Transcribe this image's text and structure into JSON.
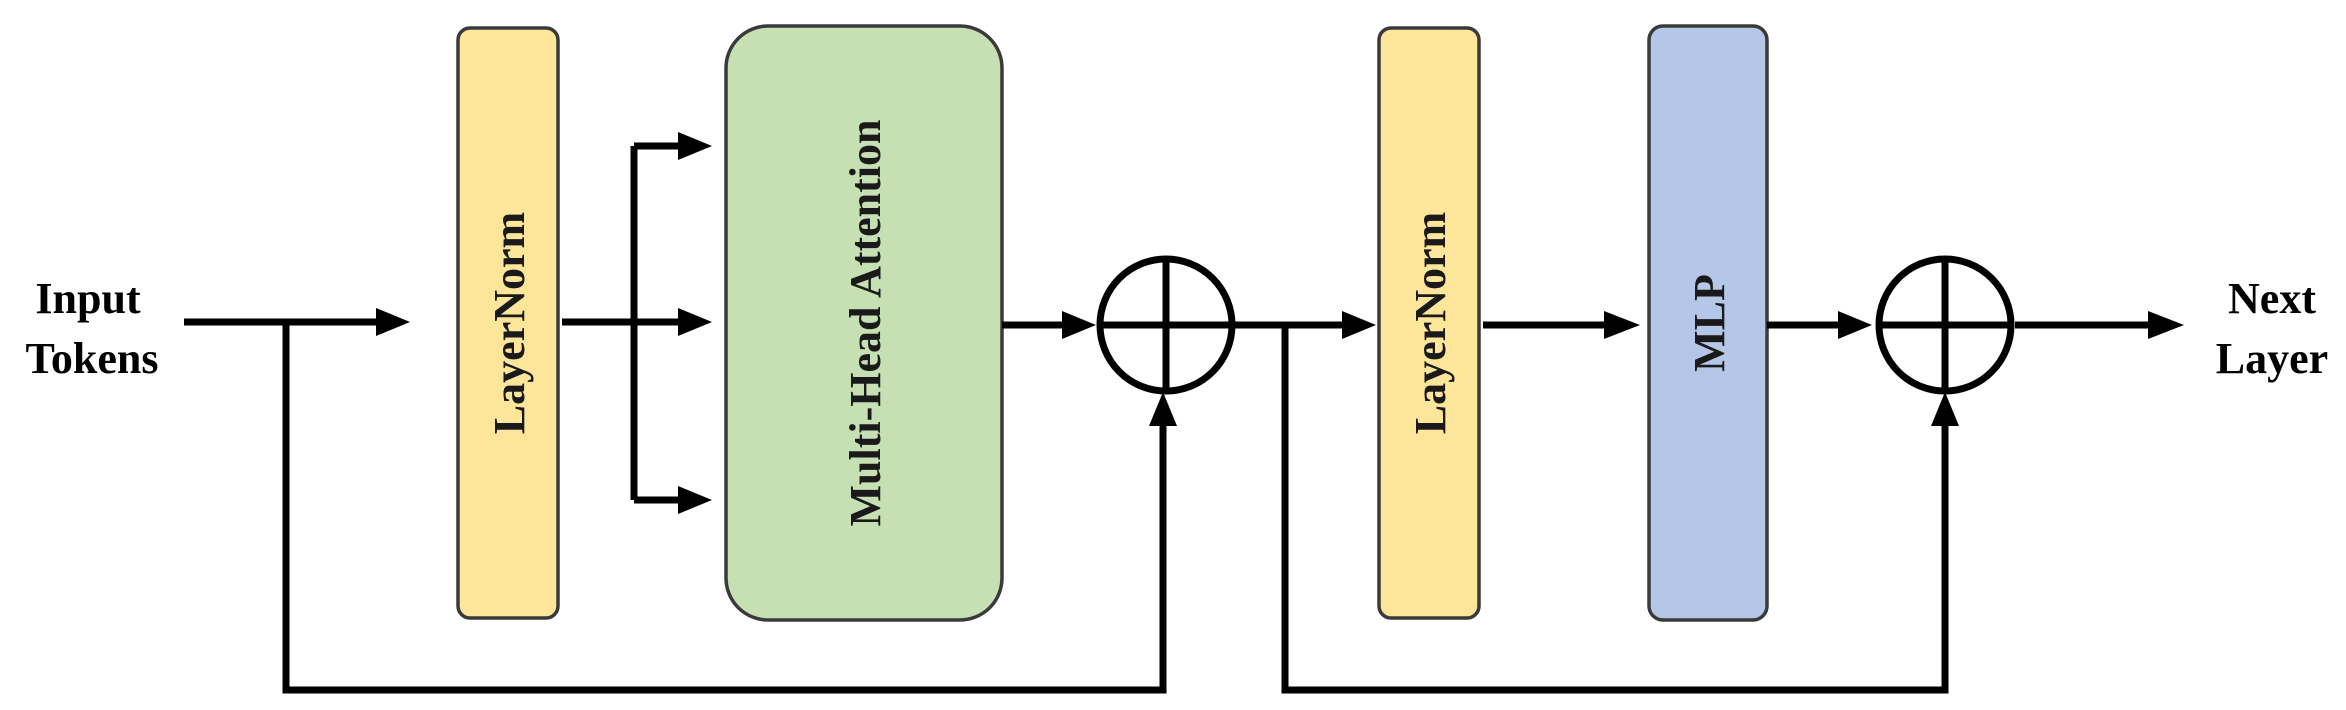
{
  "diagram": {
    "input_label": [
      "Input",
      "Tokens"
    ],
    "output_label": [
      "Next",
      "Layer"
    ],
    "blocks": {
      "layernorm_1": {
        "label": "LayerNorm",
        "color": "#fde59a"
      },
      "attention": {
        "label": "Multi-Head Attention",
        "color": "#c6e0b4"
      },
      "layernorm_2": {
        "label": "LayerNorm",
        "color": "#fde59a"
      },
      "mlp": {
        "label": "MLP",
        "color": "#b4c7e7"
      }
    },
    "sum_icon": "circle-plus-icon"
  }
}
